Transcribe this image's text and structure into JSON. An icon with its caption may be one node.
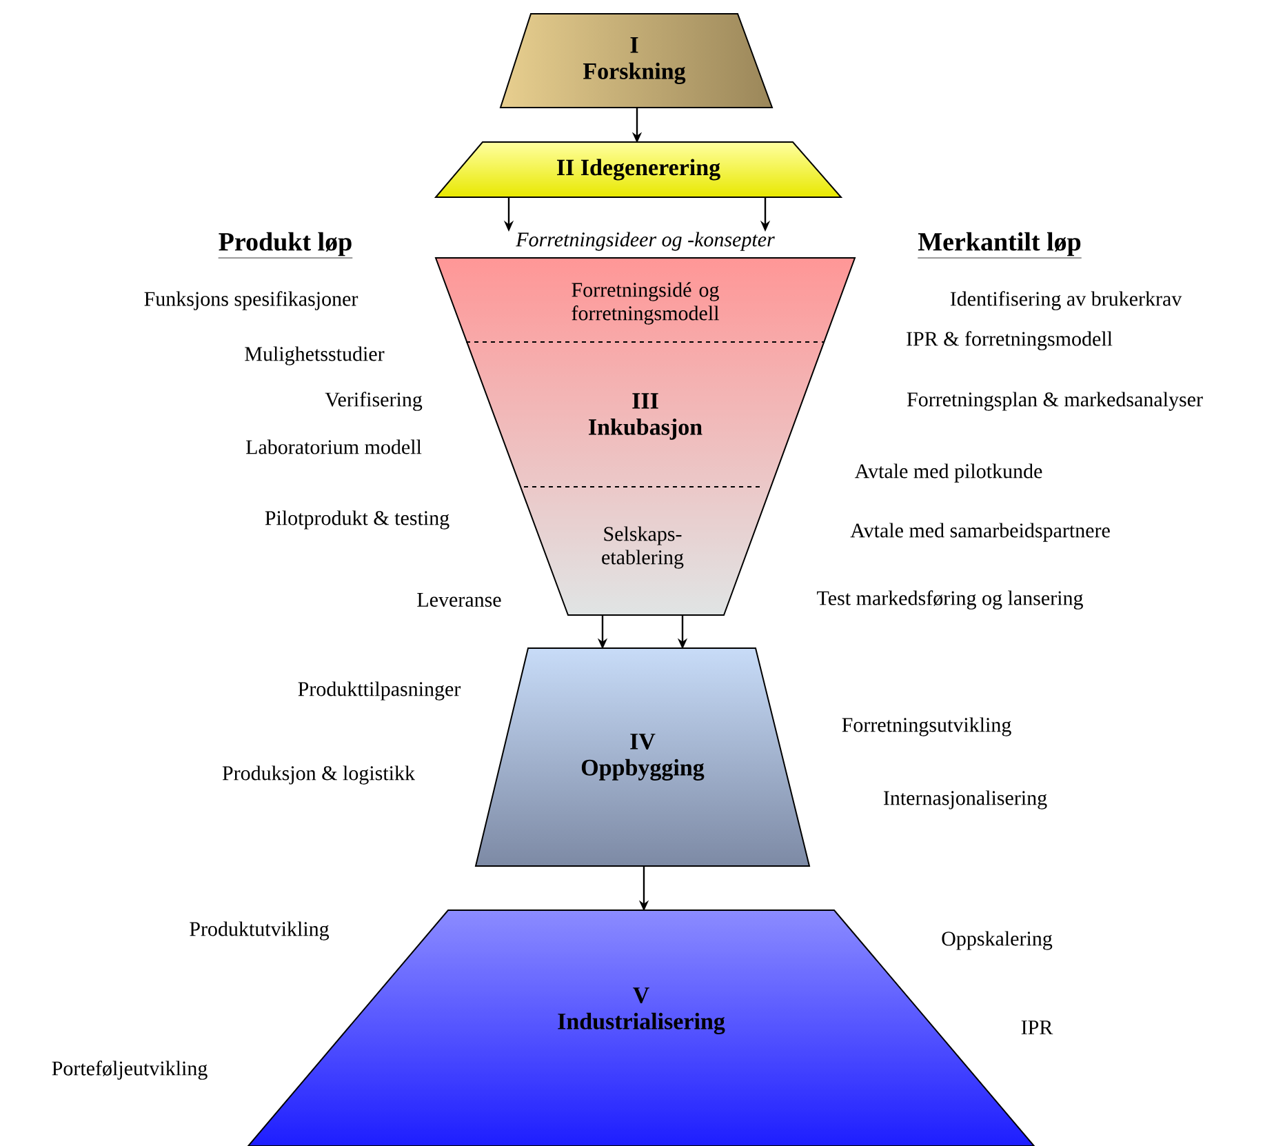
{
  "diagram": {
    "nodes": [
      {
        "text": [
          "I Forskning"
        ]
      },
      {
        "text": [
          "II Idegenerering"
        ]
      },
      {
        "text": [
          "Forretningsideer og -konsepter"
        ]
      },
      {
        "text": [
          "Forretningsidé og forretningsmodell",
          "III Inkubasjon",
          "Selskaps- etablering"
        ]
      },
      {
        "text": [
          "IV Oppbygging"
        ]
      },
      {
        "text": [
          "V Industrialisering"
        ]
      }
    ],
    "edges": [
      {
        "from": 0,
        "to": 1,
        "arrow": "to"
      },
      {
        "from": 1,
        "to": 2,
        "arrow": "to"
      },
      {
        "from": 1,
        "to": 2,
        "arrow": "to"
      },
      {
        "from": 3,
        "to": 4,
        "arrow": "to"
      },
      {
        "from": 3,
        "to": 4,
        "arrow": "to"
      },
      {
        "from": 4,
        "to": 5,
        "arrow": "to"
      }
    ],
    "labels": [
      "Produkt løp",
      "Merkantilt løp",
      "Funksjons spesifikasjoner",
      "Identifisering av brukerkrav",
      "IPR & forretningsmodell",
      "Mulighetsstudier",
      "Verifisering",
      "Forretningsplan & markedsanalyser",
      "Laboratorium modell",
      "Avtale med pilotkunde",
      "Pilotprodukt & testing",
      "Avtale med samarbeidspartnere",
      "Leveranse",
      "Test markedsføring og lansering",
      "Produkttilpasninger",
      "Forretningsutvikling",
      "Produksjon & logistikk",
      "Internasjonalisering",
      "Produktutvikling",
      "Oppskalering",
      "IPR",
      "Porteføljeutvikling"
    ]
  }
}
